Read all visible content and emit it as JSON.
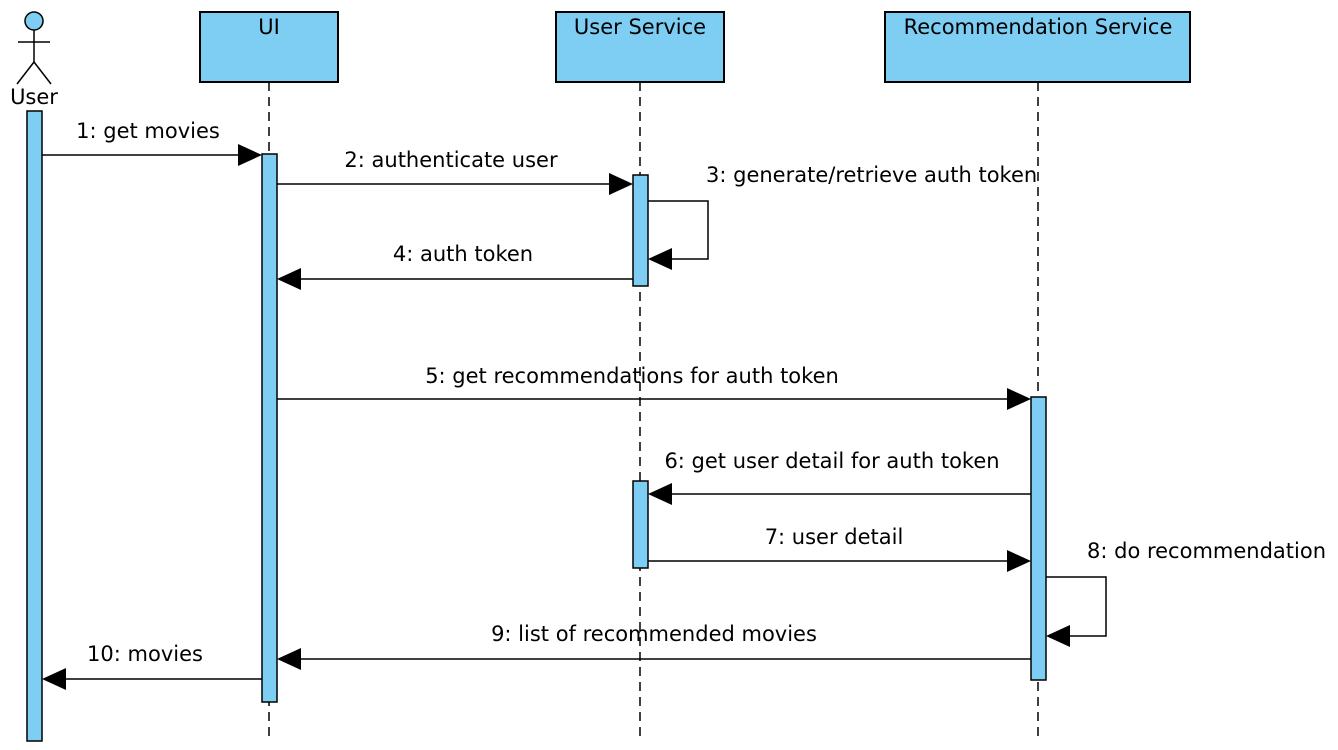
{
  "participants": [
    {
      "id": "user",
      "label": "User",
      "kind": "actor"
    },
    {
      "id": "ui",
      "label": "UI",
      "kind": "box"
    },
    {
      "id": "user_service",
      "label": "User Service",
      "kind": "box"
    },
    {
      "id": "rec_service",
      "label": "Recommendation Service",
      "kind": "box"
    }
  ],
  "messages": [
    {
      "label": "1: get movies"
    },
    {
      "label": "2: authenticate user"
    },
    {
      "label": "3: generate/retrieve auth token"
    },
    {
      "label": "4: auth token"
    },
    {
      "label": "5: get recommendations for auth token"
    },
    {
      "label": "6: get user detail for auth token"
    },
    {
      "label": "7: user detail"
    },
    {
      "label": "8: do recommendation"
    },
    {
      "label": "9: list of recommended movies"
    },
    {
      "label": "10: movies"
    }
  ],
  "colors": {
    "participant_fill": "#7ecef4",
    "line": "#000000"
  }
}
